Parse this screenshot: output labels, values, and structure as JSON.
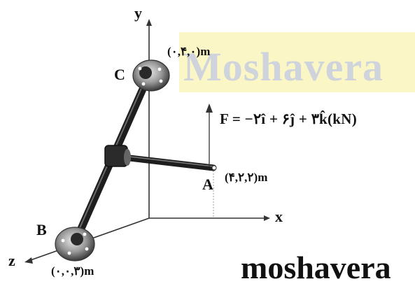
{
  "axes": {
    "x": "x",
    "y": "y",
    "z": "z"
  },
  "points": {
    "A": {
      "label": "A",
      "coord": "(۴,۲,۲)m"
    },
    "B": {
      "label": "B",
      "coord": "(۰,۰,۳)m"
    },
    "C": {
      "label": "C",
      "coord": "(۰,۴,۰)m"
    }
  },
  "force": {
    "equation": "F = −۲î + ۶ĵ + ۳k̂(kN)"
  },
  "watermarks": {
    "top": "Moshavera",
    "bottom": "moshavera"
  },
  "colors": {
    "rod": "#262626",
    "axis": "#333333",
    "watermark_bg": "#fbf6c6"
  }
}
